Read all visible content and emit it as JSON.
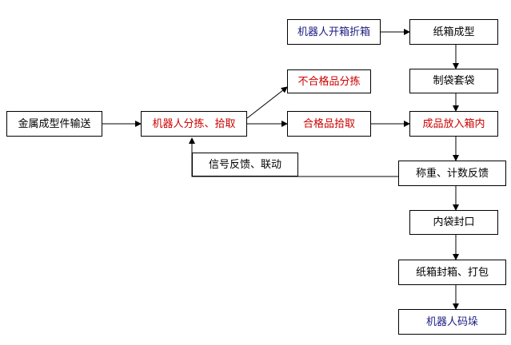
{
  "colors": {
    "black": "#000000",
    "red": "#cc0000",
    "navy": "#1a1a80",
    "line": "#000000"
  },
  "nodes": {
    "metal_conveying": "金属成型件输送",
    "robot_sort_pick": "机器人分拣、拾取",
    "nonconforming_sort": "不合格品分拣",
    "conforming_pick": "合格品拾取",
    "robot_open_fold": "机器人开箱折箱",
    "carton_forming": "纸箱成型",
    "bag_making": "制袋套袋",
    "product_into_box": "成品放入箱内",
    "weigh_count_feedback": "称重、计数反馈",
    "inner_bag_seal": "内袋封口",
    "carton_seal_pack": "纸箱封箱、打包",
    "robot_palletize": "机器人码垛"
  },
  "feedback_label": "信号反馈、联动",
  "icons": {
    "arrowhead": "arrowhead-icon"
  }
}
